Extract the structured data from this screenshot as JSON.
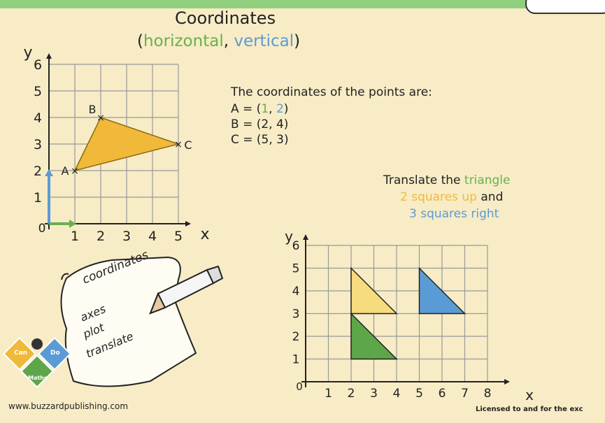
{
  "title": "Coordinates",
  "subtitle": {
    "open": "(",
    "horizontal": "horizontal",
    "comma": ", ",
    "vertical": "vertical",
    "close": ")"
  },
  "coords": {
    "heading": "The coordinates of the points are:",
    "a_prefix": "A = (",
    "a_x": "1",
    "sep": ", ",
    "a_y": "2",
    "close": ")",
    "b_line": "B = (2, 4)",
    "c_line": "C = (5, 3)"
  },
  "translate": {
    "line1_prefix": "Translate the ",
    "line1_word": "triangle",
    "line2_colored": "2 squares up",
    "line2_rest": " and",
    "line3": "3 squares right"
  },
  "graph1": {
    "y_label": "y",
    "x_label": "x",
    "origin": "0",
    "x_ticks": [
      "1",
      "2",
      "3",
      "4",
      "5"
    ],
    "y_ticks": [
      "1",
      "2",
      "3",
      "4",
      "5",
      "6"
    ],
    "points": [
      {
        "label": "A",
        "x": 1,
        "y": 2
      },
      {
        "label": "B",
        "x": 2,
        "y": 4
      },
      {
        "label": "C",
        "x": 5,
        "y": 3
      }
    ]
  },
  "graph2": {
    "y_label": "y",
    "x_label": "x",
    "origin": "0",
    "x_ticks": [
      "1",
      "2",
      "3",
      "4",
      "5",
      "6",
      "7",
      "8"
    ],
    "y_ticks": [
      "1",
      "2",
      "3",
      "4",
      "5",
      "6"
    ],
    "original": [
      [
        2,
        3
      ],
      [
        2,
        1
      ],
      [
        4,
        1
      ]
    ],
    "moved_up": [
      [
        2,
        5
      ],
      [
        2,
        3
      ],
      [
        4,
        3
      ]
    ],
    "moved_right": [
      [
        5,
        5
      ],
      [
        5,
        3
      ],
      [
        7,
        3
      ]
    ]
  },
  "note_words": [
    "coordinates",
    "axes",
    "plot",
    "translate"
  ],
  "logo_words": [
    "Can",
    "Do",
    "Maths"
  ],
  "footer_left": "www.buzzardpublishing.com",
  "footer_right": "Licensed to and for the exc",
  "colors": {
    "horizontal": "#6ab04c",
    "vertical": "#5b9bd5",
    "triangle_fill": "#f0b93a",
    "moved_up_fill": "#f6dc7e",
    "moved_right_fill": "#5b9bd5",
    "original_fill": "#5ea64a"
  }
}
